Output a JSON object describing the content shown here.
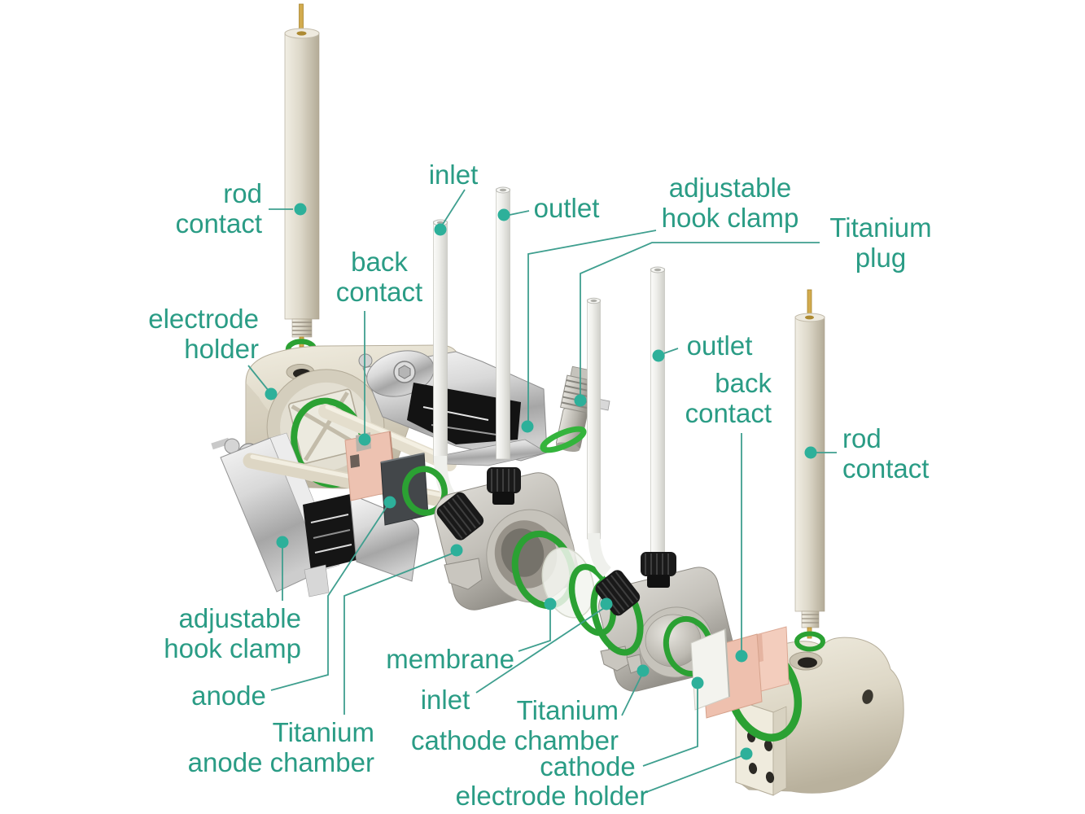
{
  "figure": {
    "title": "Exploded-view diagram of an electrochemical flow cell with labeled components",
    "type": "exploded-view technical illustration",
    "colors": {
      "background": "#ffffff",
      "label-text": "#2a9c85",
      "leader-line": "#3f9f8f",
      "leader-dot": "#2db09a",
      "oring-green": "#2ba133",
      "copper-plate": "#eec0ae",
      "anode-plate-gray": "#43474a",
      "body-beige": "#ddd7c6",
      "metal-gray": "#c2bfb8",
      "tube-white": "#f2f2ee",
      "fitting-black": "#191919",
      "pin-gold": "#d2ab4e"
    },
    "labels": [
      {
        "id": "rod-contact-left",
        "lines": [
          "rod",
          "contact"
        ]
      },
      {
        "id": "inlet-top",
        "lines": [
          "inlet"
        ]
      },
      {
        "id": "outlet-top",
        "lines": [
          "outlet"
        ]
      },
      {
        "id": "adjustable-hook-clamp-top",
        "lines": [
          "adjustable",
          "hook clamp"
        ]
      },
      {
        "id": "titanium-plug",
        "lines": [
          "Titanium",
          "plug"
        ]
      },
      {
        "id": "outlet-right",
        "lines": [
          "outlet"
        ]
      },
      {
        "id": "back-contact-right",
        "lines": [
          "back",
          "contact"
        ]
      },
      {
        "id": "rod-contact-right",
        "lines": [
          "rod",
          "contact"
        ]
      },
      {
        "id": "electrode-holder-left",
        "lines": [
          "electrode",
          "holder"
        ]
      },
      {
        "id": "back-contact-left",
        "lines": [
          "back",
          "contact"
        ]
      },
      {
        "id": "adjustable-hook-clamp-bottom",
        "lines": [
          "adjustable",
          "hook clamp"
        ]
      },
      {
        "id": "anode",
        "lines": [
          "anode"
        ]
      },
      {
        "id": "titanium-anode-chamber",
        "lines": [
          "Titanium",
          "anode chamber"
        ]
      },
      {
        "id": "membrane",
        "lines": [
          "membrane"
        ]
      },
      {
        "id": "inlet-bottom",
        "lines": [
          "inlet"
        ]
      },
      {
        "id": "titanium-cathode-chamber",
        "lines": [
          "Titanium",
          "cathode chamber"
        ]
      },
      {
        "id": "cathode",
        "lines": [
          "cathode"
        ]
      },
      {
        "id": "electrode-holder-bottom",
        "lines": [
          "electrode holder"
        ]
      }
    ]
  }
}
